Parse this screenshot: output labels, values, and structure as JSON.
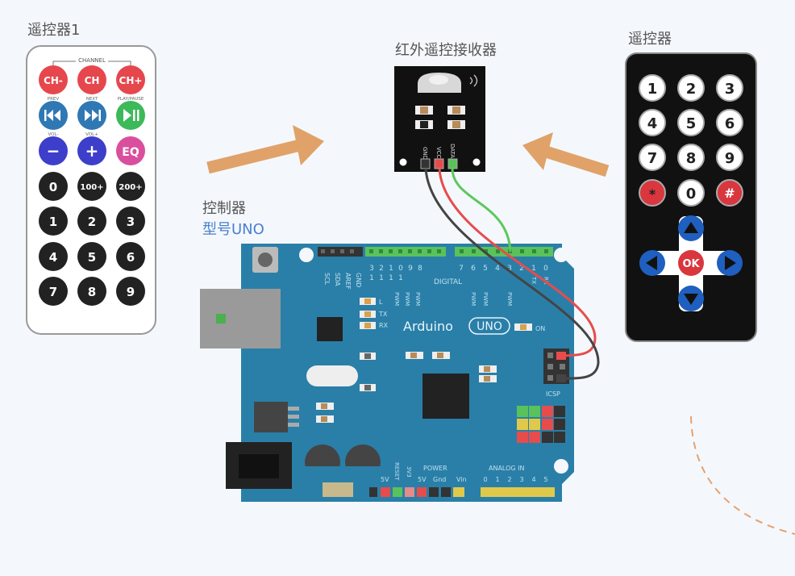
{
  "labels": {
    "remote1": "遥控器1",
    "receiver": "红外遥控接收器",
    "remote2": "遥控器",
    "controller": "控制器",
    "model": "型号UNO"
  },
  "remote1": {
    "group_title": "CHANNEL",
    "row1": [
      "CH-",
      "CH",
      "CH+"
    ],
    "row2_captions": [
      "PREV",
      "NEXT",
      "PLAY/PAUSE"
    ],
    "row3_captions": [
      "VOL-",
      "VOL+"
    ],
    "row3": [
      "−",
      "+",
      "EQ"
    ],
    "row4": [
      "0",
      "100+",
      "200+"
    ],
    "row5": [
      "1",
      "2",
      "3"
    ],
    "row6": [
      "4",
      "5",
      "6"
    ],
    "row7": [
      "7",
      "8",
      "9"
    ]
  },
  "remote2": {
    "row1": [
      "1",
      "2",
      "3"
    ],
    "row2": [
      "4",
      "5",
      "6"
    ],
    "row3": [
      "7",
      "8",
      "9"
    ],
    "row4": [
      "*",
      "0",
      "#"
    ],
    "ok": "OK"
  },
  "receiver": {
    "pins": [
      "GND",
      "VCC",
      "DATA"
    ]
  },
  "board": {
    "brand": "Arduino",
    "model": "UNO",
    "on": "ON",
    "digital": "DIGITAL",
    "digital_nums": [
      "3",
      "2",
      "1",
      "0",
      "9",
      "8",
      "7",
      "6",
      "5",
      "4",
      "3",
      "2",
      "1",
      "0"
    ],
    "digital_tens": [
      "1",
      "1",
      "1",
      "1"
    ],
    "pwm": "PWM",
    "header_left": [
      "SCL",
      "SDA",
      "AREF",
      "GND"
    ],
    "tx_rx_pins": [
      "TX",
      "RX"
    ],
    "leds": [
      "L",
      "TX",
      "RX"
    ],
    "icsp": "ICSP",
    "power": "POWER",
    "analog": "ANALOG IN",
    "reset": "RESET",
    "v33": "3V3",
    "power_pins": [
      "5V",
      "Gnd",
      "Vin"
    ],
    "analog_nums": [
      "0",
      "1",
      "2",
      "3",
      "4",
      "5"
    ]
  },
  "colors": {
    "board": "#2a7fa8",
    "arrow": "#e0a268",
    "wire_black": "#444444",
    "wire_red": "#e74c4c",
    "wire_green": "#5cc85c"
  }
}
